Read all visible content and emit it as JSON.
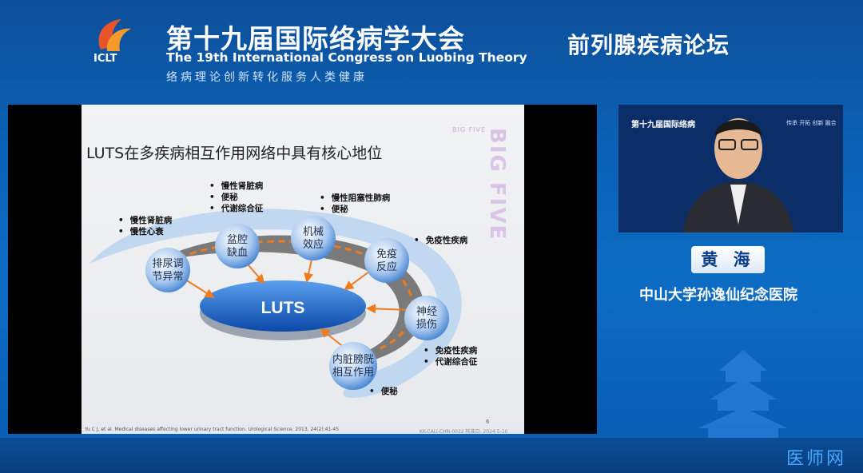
{
  "header": {
    "logo_text": "ICLT",
    "title_cn": "第十九届国际络病学大会",
    "title_en": "The 19th International Congress on Luobing Theory",
    "slogan": "络病理论创新转化服务人类健康",
    "forum": "前列腺疾病论坛"
  },
  "slide": {
    "title": "LUTS在多疾病相互作用网络中具有核心地位",
    "bigfive_small": "BIG FIVE",
    "bigfive": "BIG FIVE",
    "center": "LUTS",
    "nodes": [
      {
        "label1": "排尿调",
        "label2": "节异常"
      },
      {
        "label1": "盆腔",
        "label2": "缺血"
      },
      {
        "label1": "机械",
        "label2": "效应"
      },
      {
        "label1": "免疫",
        "label2": "反应"
      },
      {
        "label1": "神经",
        "label2": "损伤"
      },
      {
        "label1": "内脏膀胱",
        "label2": "相互作用"
      }
    ],
    "notes": {
      "left": [
        "慢性肾脏病",
        "慢性心衰"
      ],
      "top": [
        "慢性肾脏病",
        "便秘",
        "代谢综合征"
      ],
      "top_right": [
        "慢性阻塞性肺病",
        "便秘"
      ],
      "right": [
        "免疫性疾病"
      ],
      "lower_right": [
        "免疫性疾病",
        "代谢综合征"
      ],
      "bottom": [
        "便秘"
      ]
    },
    "citation": "Yu C J, et al. Medical diseases affecting lower urinary tract function. Urological Science. 2013, 24(2):41-45",
    "page_number": "6",
    "footer_note": "KK-CALI-CHN-0022  核准日: 2024-5-10"
  },
  "speaker": {
    "name": "黄 海",
    "hospital": "中山大学孙逸仙纪念医院",
    "video_banner": "第十九届国际络病",
    "video_banner_right": "传承 开拓 创新 融合"
  },
  "watermark": "医师网",
  "colors": {
    "accent": "#0b61b5",
    "orange": "#f07a1e",
    "node_blue": "#3f7fd0"
  }
}
